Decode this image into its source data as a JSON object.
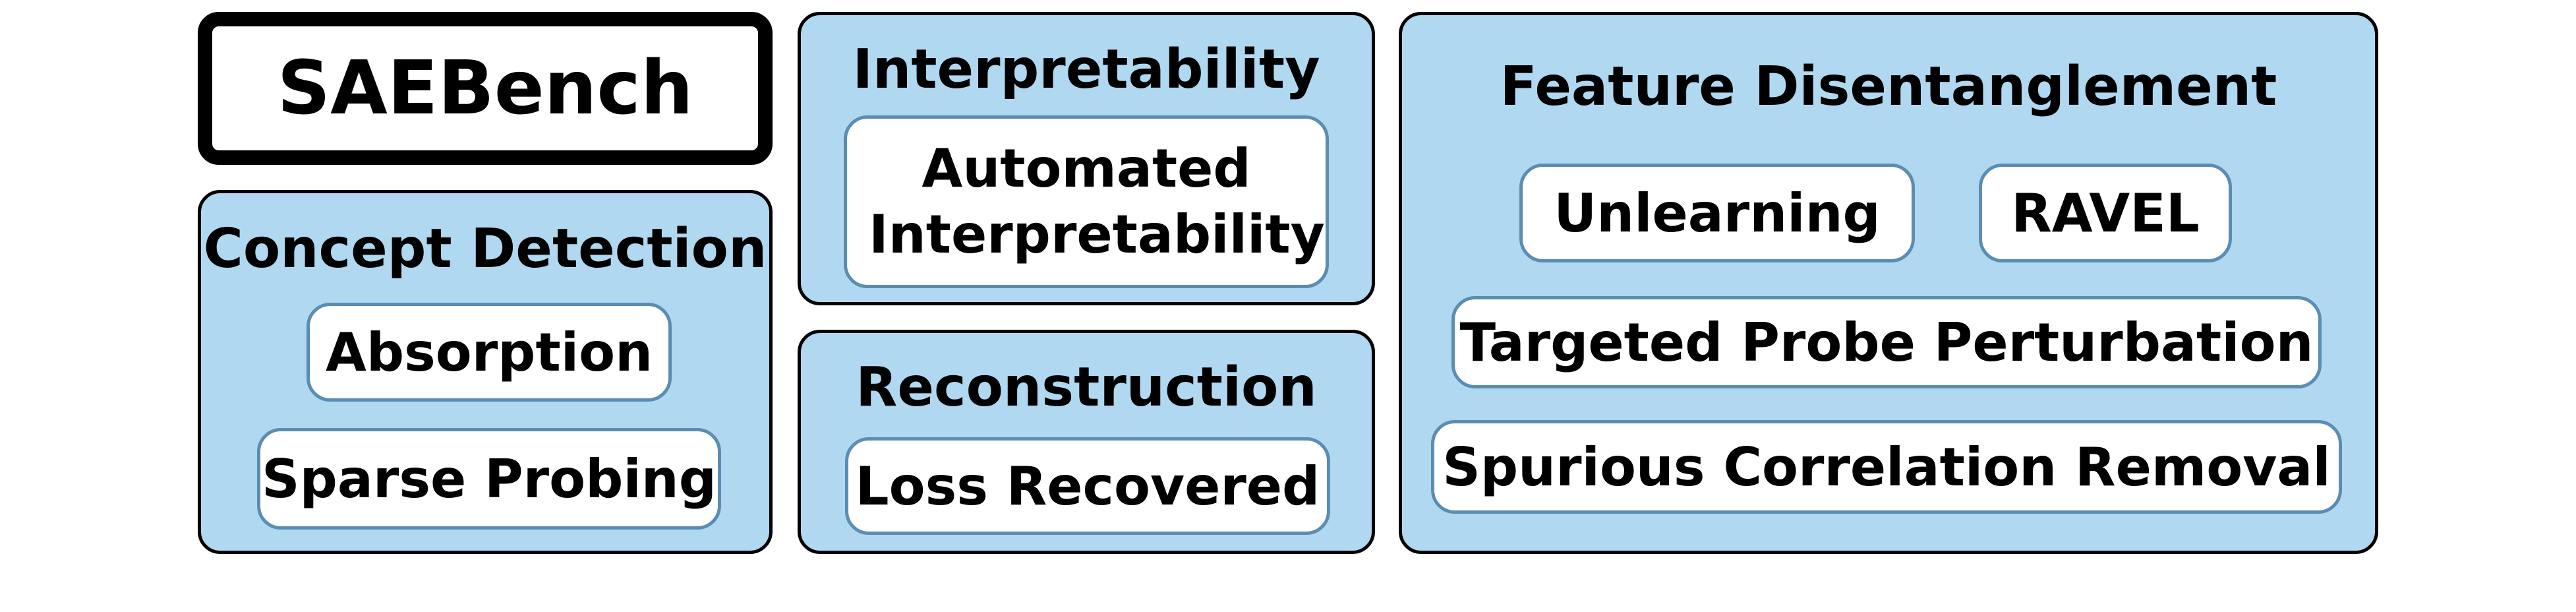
{
  "diagram": {
    "title": "SAEBench",
    "colors": {
      "category_fill": "#b0d8f0",
      "category_border": "#000000",
      "metric_fill": "#ffffff",
      "metric_border": "#5b8db3",
      "title_border": "#000000"
    },
    "categories": {
      "concept_detection": {
        "label": "Concept Detection",
        "metrics": [
          "Absorption",
          "Sparse Probing"
        ]
      },
      "interpretability": {
        "label": "Interpretability",
        "metrics": [
          "Automated Interpretability"
        ]
      },
      "reconstruction": {
        "label": "Reconstruction",
        "metrics": [
          "Loss Recovered"
        ]
      },
      "feature_disentanglement": {
        "label": "Feature Disentanglement",
        "metrics": [
          "Unlearning",
          "RAVEL",
          "Targeted Probe Perturbation",
          "Spurious Correlation Removal"
        ]
      }
    }
  }
}
